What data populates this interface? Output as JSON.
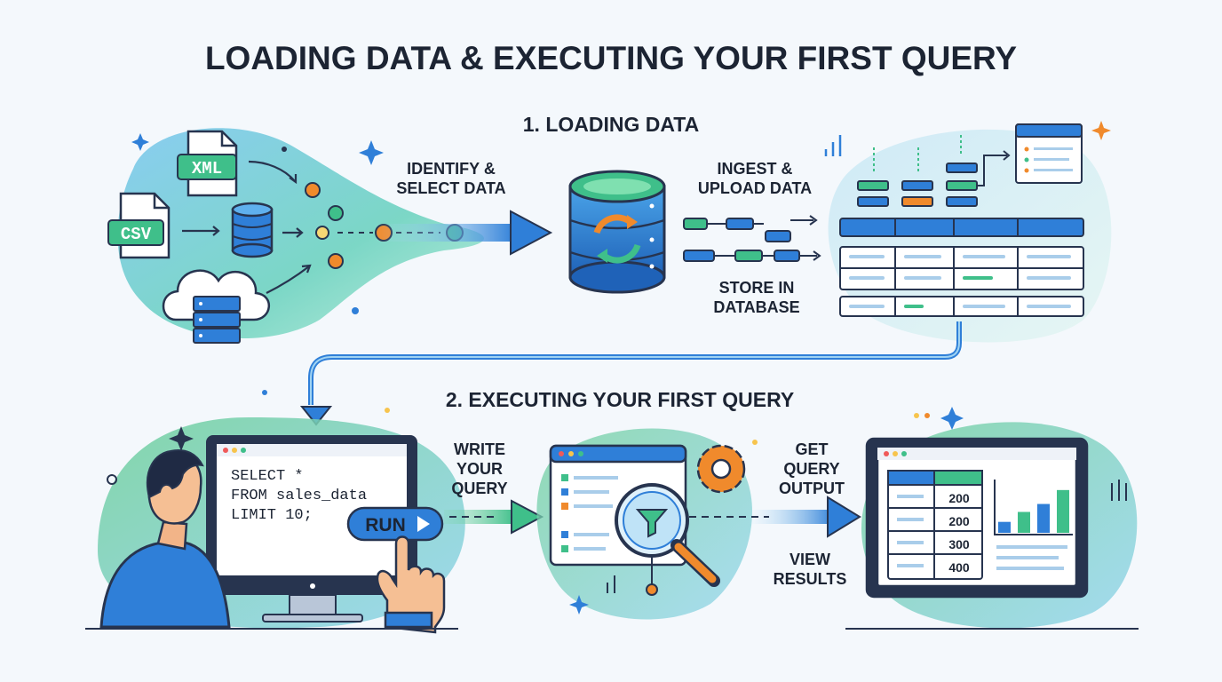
{
  "title": "LOADING DATA & EXECUTING YOUR FIRST QUERY",
  "section1": {
    "heading": "1. LOADING DATA",
    "sources": {
      "xml": "XML",
      "csv": "CSV"
    },
    "step_identify": [
      "IDENTIFY &",
      "SELECT DATA"
    ],
    "step_ingest": [
      "INGEST &",
      "UPLOAD DATA"
    ],
    "step_store": [
      "STORE IN",
      "DATABASE"
    ]
  },
  "section2": {
    "heading": "2. EXECUTING YOUR FIRST QUERY",
    "code_lines": [
      "SELECT *",
      "FROM sales_data",
      "LIMIT 10;"
    ],
    "run_label": "RUN",
    "step_write": [
      "WRITE",
      "YOUR",
      "QUERY"
    ],
    "step_output": [
      "GET",
      "QUERY",
      "OUTPUT"
    ],
    "step_view": [
      "VIEW",
      "RESULTS"
    ],
    "result_values": [
      "200",
      "200",
      "300",
      "400"
    ]
  },
  "colors": {
    "dark_text": "#1c2433",
    "blue": "#2f7fd8",
    "green": "#3fbf8a",
    "orange": "#f08a2c",
    "navy": "#27344f"
  },
  "icons": [
    "xml-file-icon",
    "csv-file-icon",
    "database-icon",
    "cloud-server-icon",
    "sync-database-icon",
    "data-table-icon",
    "monitor-icon",
    "person-icon",
    "pointing-hand-icon",
    "query-window-icon",
    "gear-icon",
    "magnifier-filter-icon",
    "results-screen-icon",
    "sparkle-icon"
  ]
}
